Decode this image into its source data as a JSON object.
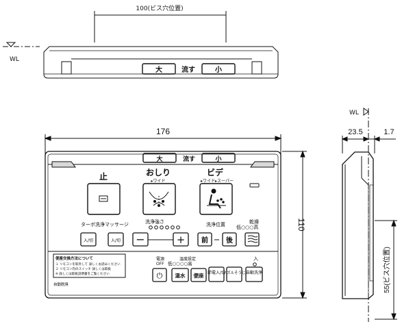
{
  "top_view": {
    "spacing_label": "100(ビス穴位置)",
    "wl_label": "WL",
    "large_btn": "大",
    "flush_label": "流す",
    "small_btn": "小"
  },
  "front_view": {
    "width_label": "176",
    "height_label": "110",
    "top_strip": {
      "large_btn": "大",
      "flush_label": "流す",
      "small_btn": "小"
    },
    "stop_label": "止",
    "oshiri_label": "おしり",
    "oshiri_sub": "▸ワイド",
    "bidet_label": "ビデ",
    "bidet_sub": "▸ワイド▸スーパー",
    "turbo_label": "ターボ洗浄",
    "massage_label": "マッサージ",
    "onoff_1": "入/切",
    "onoff_2": "入/切",
    "strength_label": "洗浄強さ",
    "minus": "−",
    "plus": "+",
    "position_label": "洗浄位置",
    "front": "前",
    "back": "後",
    "dry_label": "乾燥",
    "dry_scale": "低○○○高",
    "notice_title": "便座交換方法について",
    "notice_lines": [
      "１ リモコンを取外して 詳しくお読みください",
      "２ リモコン内のスイッチ 詳しくは取扱",
      "※ 詳しくは取扱説明書をご覧ください"
    ],
    "auto_label": "自動脱臭",
    "power_label": "電源",
    "power_off": "OFF",
    "temp_label": "温度設定",
    "temp_scale": "低○○○○高",
    "power_icon": "⏻",
    "water_temp": "温水",
    "seat_temp": "便座",
    "eco_btn": "節電入/切",
    "nozzle_btn": "ノズルそうじ",
    "auto_btn": "自動洗浄",
    "enter_label": "入"
  },
  "side_view": {
    "wl_label": "WL",
    "depth_label": "23.5",
    "offset_label": "1.7",
    "screw_label": "55(ビス穴位置)"
  }
}
